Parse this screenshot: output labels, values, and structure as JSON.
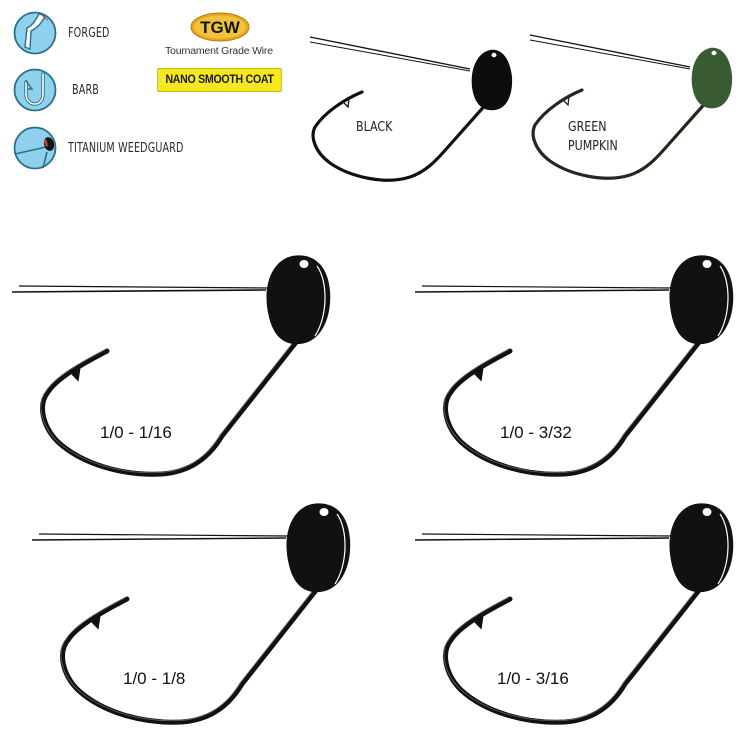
{
  "features": [
    {
      "label": "FORGED",
      "icon": "forged-icon"
    },
    {
      "label": "BARB",
      "icon": "barb-icon"
    },
    {
      "label": "TITANIUM WEEDGUARD",
      "icon": "titanium-weedguard-icon"
    }
  ],
  "branding": {
    "tgw_logo": "TGW",
    "tgw_subtitle": "Tournament Grade Wire",
    "nano_coat": "NANO SMOOTH COAT"
  },
  "colors": [
    {
      "label": "BLACK",
      "lines": [
        "BLACK"
      ],
      "hex": "#0d0d0d"
    },
    {
      "label": "GREEN PUMPKIN",
      "lines": [
        "GREEN",
        "PUMPKIN"
      ],
      "hex": "#3a5a33"
    }
  ],
  "sizes": [
    {
      "label": "1/0 - 1/16"
    },
    {
      "label": "1/0 - 3/32"
    },
    {
      "label": "1/0 - 1/8"
    },
    {
      "label": "1/0 - 3/16"
    }
  ],
  "palette": {
    "icon_fill": "#8fd0ec",
    "icon_stroke": "#2b6f8f",
    "tgw_gold": "#e3a81c",
    "nano_yellow": "#f5e81f"
  }
}
